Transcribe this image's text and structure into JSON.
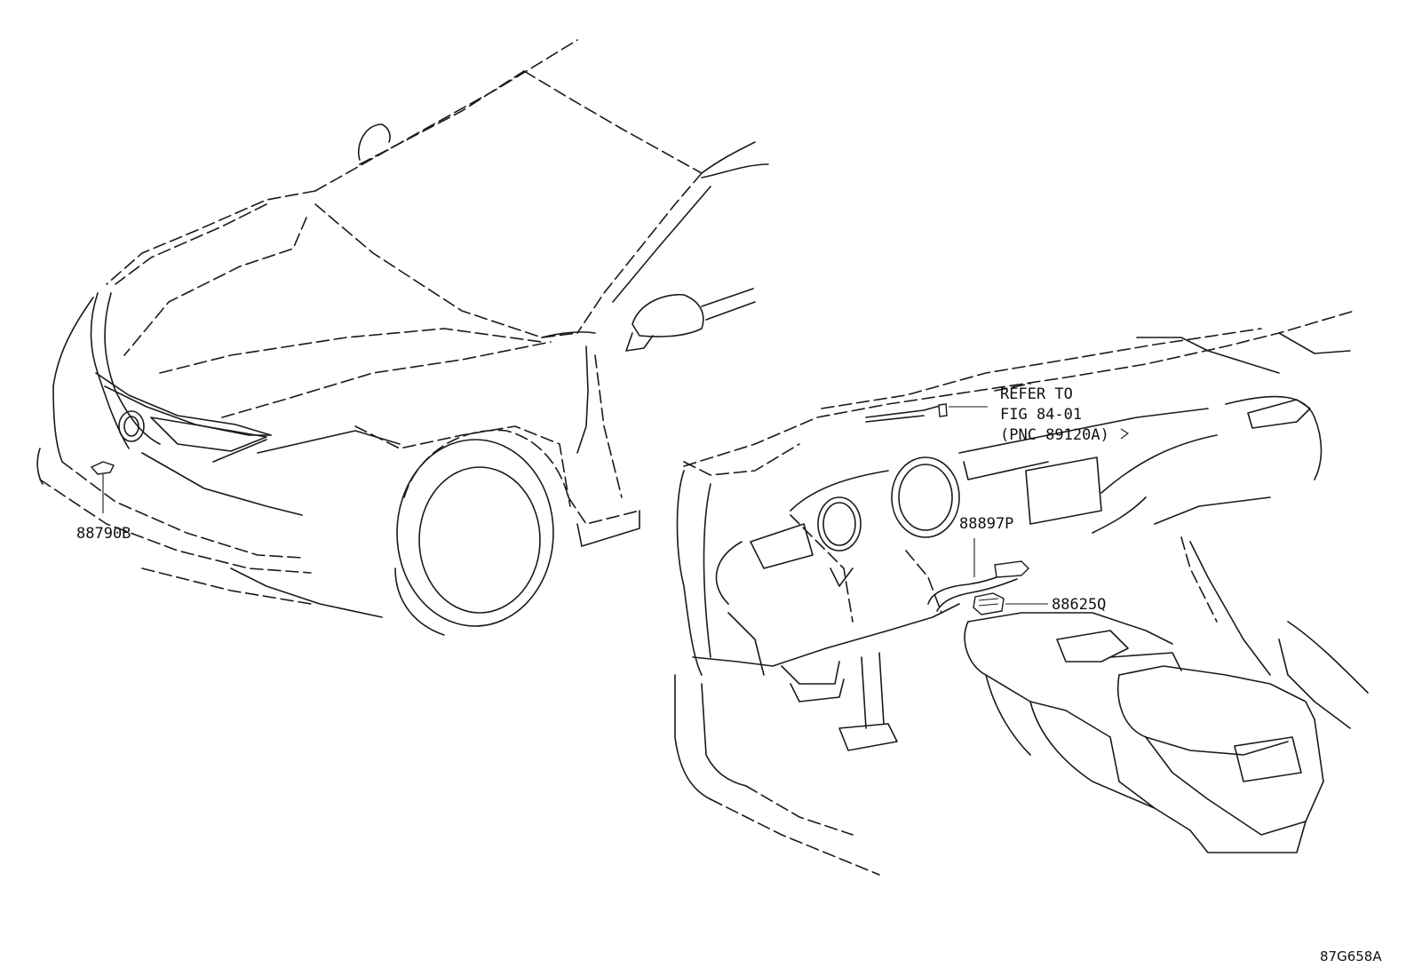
{
  "labels": {
    "part_88790B": "88790B",
    "part_88897P": "88897P",
    "part_88625Q": "88625Q",
    "refer_line1": "REFER TO",
    "refer_line2": "FIG 84-01",
    "refer_line3": "(PNC 89120A)"
  },
  "diagram_code": "87G658A"
}
